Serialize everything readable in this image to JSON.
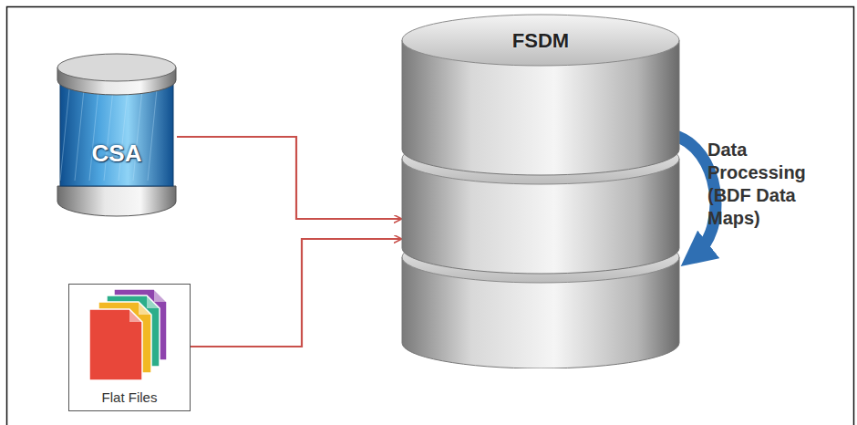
{
  "diagram": {
    "nodes": [
      {
        "text": [
          "CSA"
        ]
      },
      {
        "text": [
          "Flat Files"
        ]
      },
      {
        "text": [
          "FSDM"
        ]
      }
    ],
    "edges": [
      {
        "from": 0,
        "to": 2,
        "arrow": "to"
      },
      {
        "from": 1,
        "to": 2,
        "arrow": "to"
      }
    ],
    "labels": [
      "Data Processing (BDF Data Maps)"
    ]
  }
}
